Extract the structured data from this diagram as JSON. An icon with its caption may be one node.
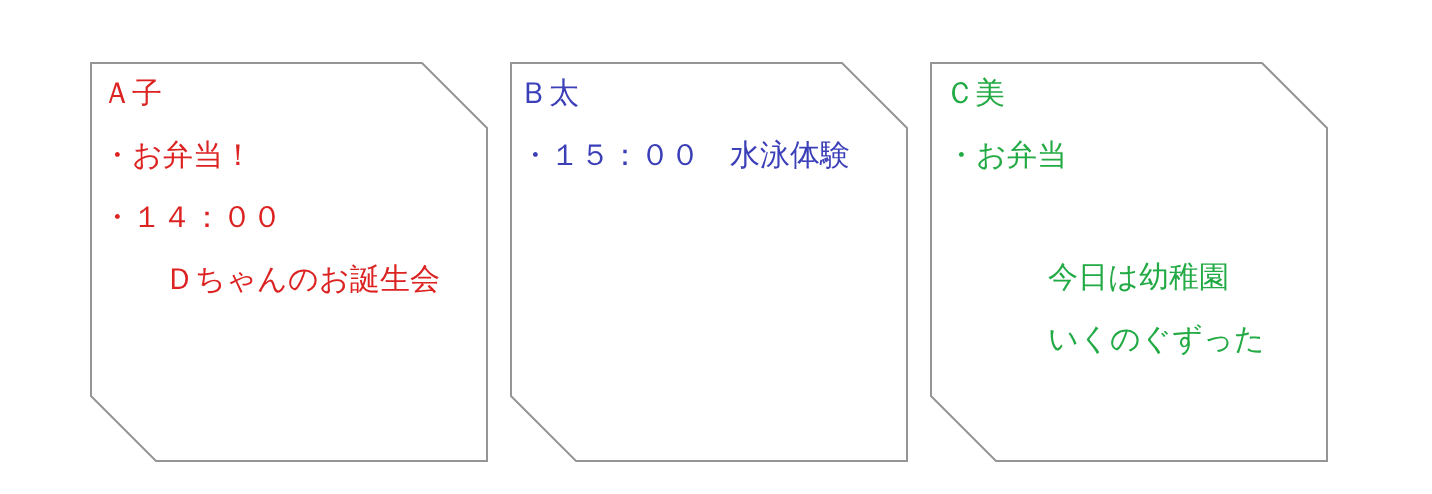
{
  "diagram": {
    "nodes": [
      {
        "text": [
          "Ａ子",
          "・お弁当！",
          "・１４：００",
          "Ｄちゃんのお誕生会"
        ]
      },
      {
        "text": [
          "Ｂ太",
          "・１５：００　水泳体験"
        ]
      },
      {
        "text": [
          "Ｃ美",
          "・お弁当",
          "今日は幼稚園",
          "いくのぐずった"
        ]
      }
    ]
  }
}
